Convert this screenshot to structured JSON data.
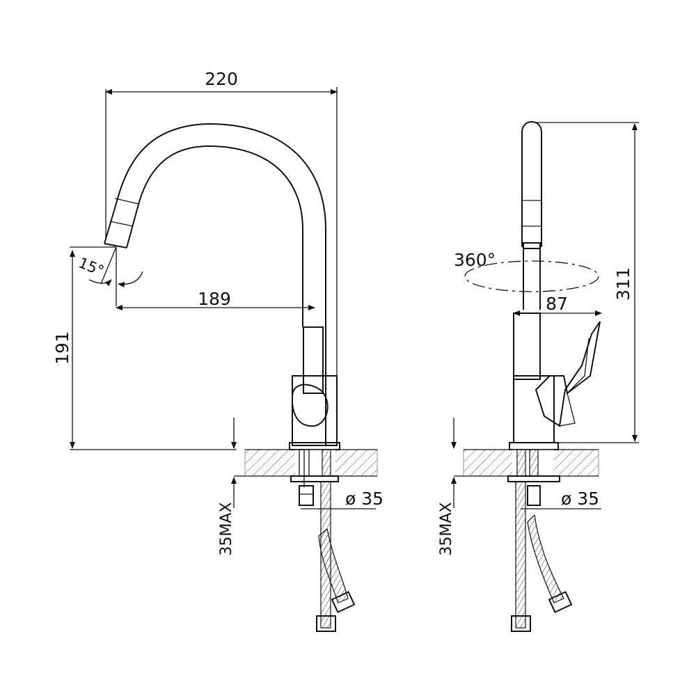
{
  "diagram": {
    "dimensions": {
      "spout_reach": "220",
      "spout_outlet_reach": "189",
      "outlet_height": "191",
      "total_height": "311",
      "handle_reach": "87",
      "rotation": "360°",
      "spout_angle": "15°",
      "hole_diameter_left": "ø 35",
      "hole_diameter_right": "ø 35",
      "deck_thickness_left": "35MAX",
      "deck_thickness_right": "35MAX"
    },
    "colors": {
      "line": "#111111",
      "hatch": "#555555",
      "background": "#ffffff"
    }
  }
}
